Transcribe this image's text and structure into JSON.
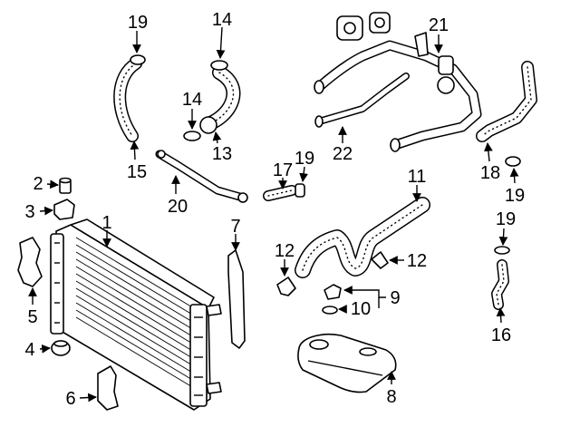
{
  "callouts": {
    "c1": "1",
    "c2": "2",
    "c3": "3",
    "c4": "4",
    "c5": "5",
    "c6": "6",
    "c7": "7",
    "c8": "8",
    "c9": "9",
    "c10": "10",
    "c11": "11",
    "c12a": "12",
    "c12b": "12",
    "c13": "13",
    "c14a": "14",
    "c14b": "14",
    "c15": "15",
    "c16": "16",
    "c17": "17",
    "c19a": "19",
    "c19b": "19",
    "c19c": "19",
    "c19d": "19",
    "c18": "18",
    "c20": "20",
    "c21": "21",
    "c22": "22"
  }
}
